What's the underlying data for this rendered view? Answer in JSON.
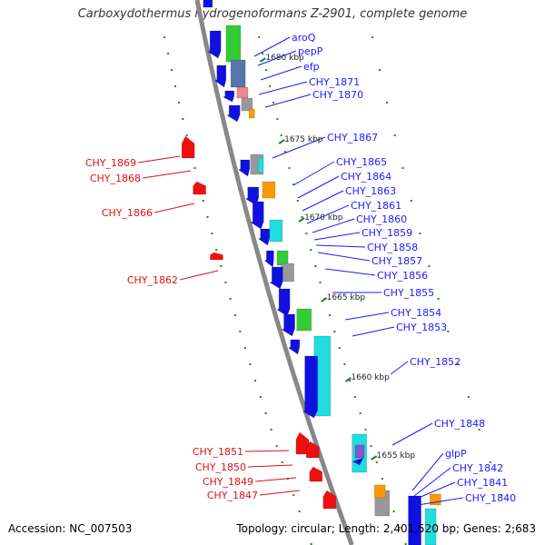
{
  "title": "Carboxydothermus hydrogenoformans Z-2901, complete genome",
  "accession_text": "Accession: NC_007503",
  "topology_text": "Topology: circular; Length: 2,401,520 bp; Genes: 2,683",
  "colors": {
    "label_forward": "#1a1aff",
    "label_reverse": "#dd1111",
    "backbone": "#888888",
    "tick": "#1c8a1c",
    "cds_forward": "#1010e0",
    "cds_reverse": "#ee1010",
    "feature_green": "#33cc33",
    "feature_cyan": "#22dddd",
    "feature_orange": "#ff9900",
    "feature_gray": "#999999",
    "feature_steel": "#5577aa",
    "feature_pink": "#ee8888",
    "feature_purple": "#8855cc"
  },
  "kbp_marks": [
    "1680 kbp",
    "1675 kbp",
    "1670 kbp",
    "1665 kbp",
    "1660 kbp",
    "1655 kbp"
  ],
  "forward_gene_labels": [
    "aroQ",
    "pepP",
    "efp",
    "CHY_1871",
    "CHY_1870",
    "CHY_1867",
    "CHY_1865",
    "CHY_1864",
    "CHY_1863",
    "CHY_1861",
    "CHY_1860",
    "CHY_1859",
    "CHY_1858",
    "CHY_1857",
    "CHY_1856",
    "CHY_1855",
    "CHY_1854",
    "CHY_1853",
    "CHY_1852",
    "CHY_1848",
    "glpP",
    "CHY_1842",
    "CHY_1841",
    "CHY_1840"
  ],
  "reverse_gene_labels": [
    "CHY_1869",
    "CHY_1868",
    "CHY_1866",
    "CHY_1862",
    "CHY_1851",
    "CHY_1850",
    "CHY_1849",
    "CHY_1847"
  ]
}
